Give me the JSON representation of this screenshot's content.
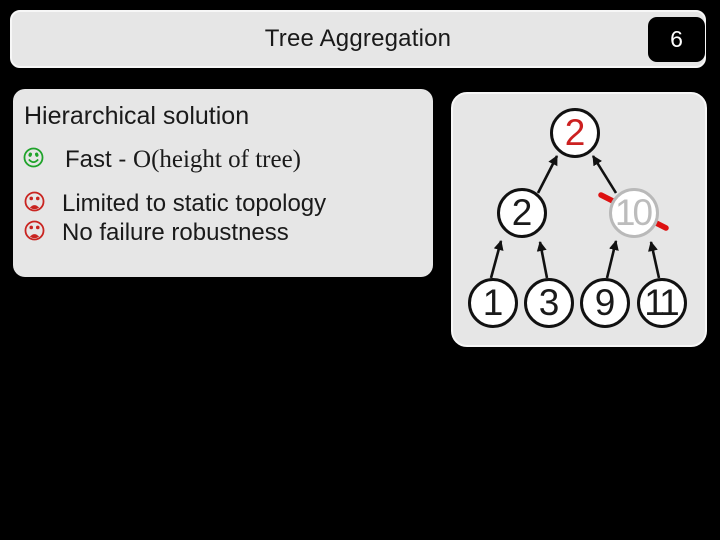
{
  "slide": {
    "background_color": "#000000",
    "panel_color": "#e6e6e6"
  },
  "header": {
    "title": "Tree Aggregation",
    "page_number": "6"
  },
  "content": {
    "heading": "Hierarchical solution",
    "bullets": [
      {
        "icon": "happy-face-icon",
        "icon_color": "#1fa32a",
        "text_sans": "Fast - ",
        "text_serif": "O(height of tree)"
      },
      {
        "icon": "sad-face-icon",
        "icon_color": "#c92420",
        "text": "Limited to static topology"
      },
      {
        "icon": "sad-face-icon",
        "icon_color": "#c92420",
        "text": "No failure robustness"
      }
    ]
  },
  "diagram": {
    "description": "aggregation tree",
    "root": {
      "label": "2",
      "text_color": "#cc2020"
    },
    "mid_left": {
      "label": "2"
    },
    "mid_right": {
      "label": "10",
      "crossed_out": true,
      "strike_color": "#dd1111"
    },
    "leaves": [
      "1",
      "3",
      "9",
      "11"
    ]
  }
}
